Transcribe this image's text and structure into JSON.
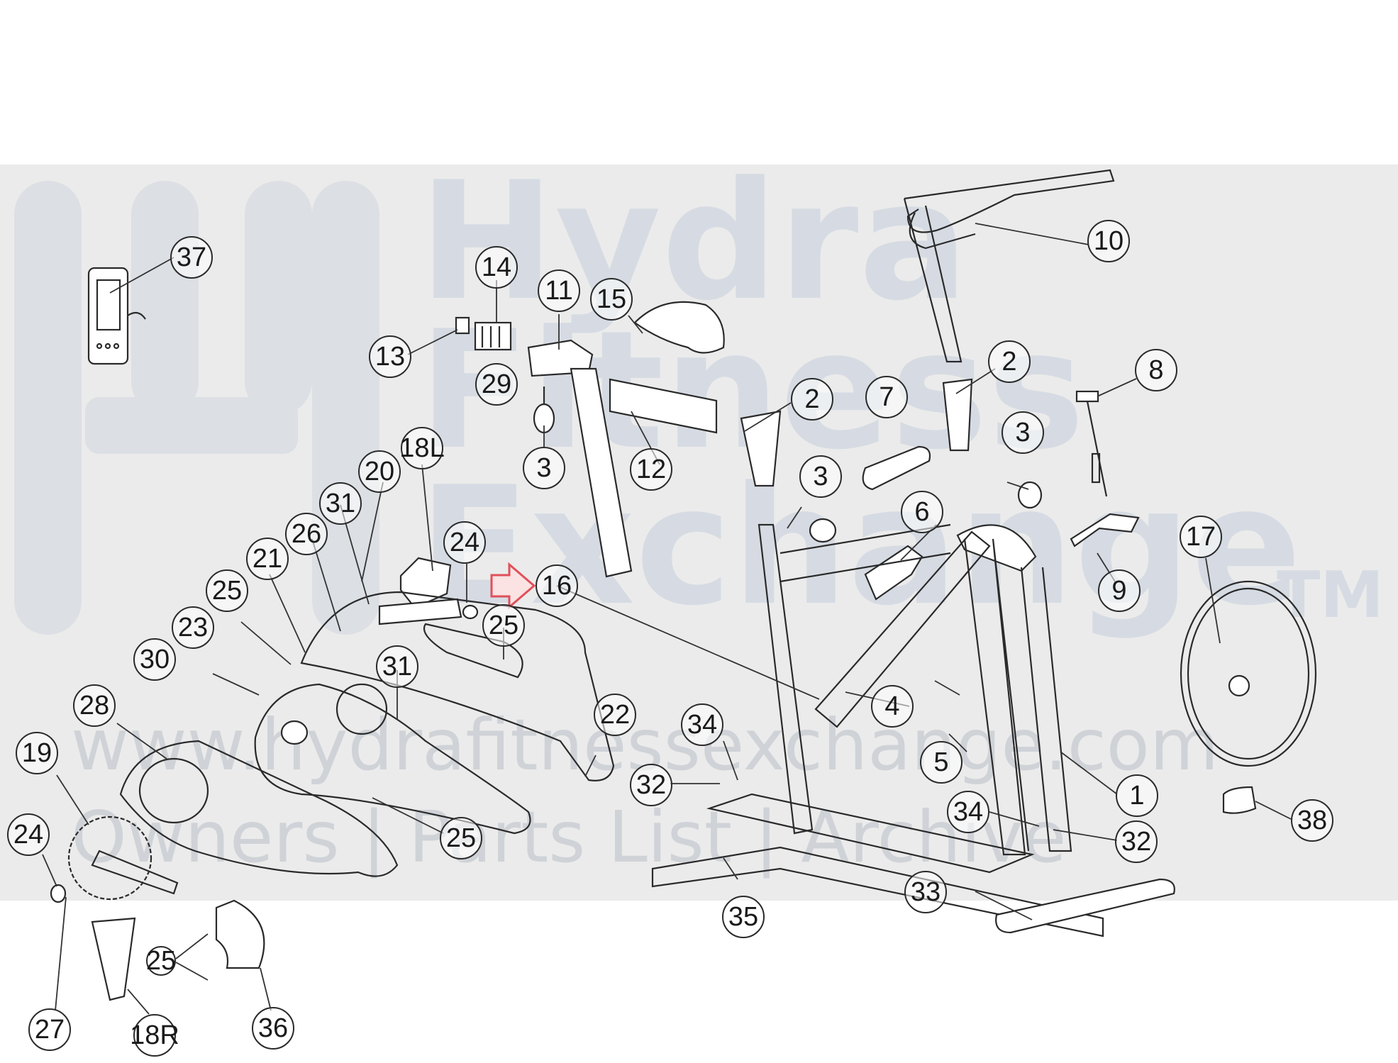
{
  "watermark": {
    "logo_lines": [
      "Hydra",
      "Fitness",
      "Exchange"
    ],
    "trademark": "TM",
    "url": "www.hydrafitnessexchange.com",
    "tagline": "Owners | Parts List | Archive",
    "color": "#d6dbe3"
  },
  "indicator": {
    "icon": "arrow-right-icon",
    "color": "#e0505a"
  },
  "callouts": [
    {
      "id": "c37",
      "label": "37"
    },
    {
      "id": "c14",
      "label": "14"
    },
    {
      "id": "c11",
      "label": "11"
    },
    {
      "id": "c15",
      "label": "15"
    },
    {
      "id": "c10",
      "label": "10"
    },
    {
      "id": "c13",
      "label": "13"
    },
    {
      "id": "c29",
      "label": "29"
    },
    {
      "id": "c2a",
      "label": "2"
    },
    {
      "id": "c2b",
      "label": "2"
    },
    {
      "id": "c8",
      "label": "8"
    },
    {
      "id": "c7",
      "label": "7"
    },
    {
      "id": "c3a",
      "label": "3"
    },
    {
      "id": "c12",
      "label": "12"
    },
    {
      "id": "c18L",
      "label": "18L"
    },
    {
      "id": "c3b",
      "label": "3"
    },
    {
      "id": "c3c",
      "label": "3"
    },
    {
      "id": "c20",
      "label": "20"
    },
    {
      "id": "c6",
      "label": "6"
    },
    {
      "id": "c31a",
      "label": "31"
    },
    {
      "id": "c26",
      "label": "26"
    },
    {
      "id": "c17",
      "label": "17"
    },
    {
      "id": "c24a",
      "label": "24"
    },
    {
      "id": "c21",
      "label": "21"
    },
    {
      "id": "c16",
      "label": "16"
    },
    {
      "id": "c9",
      "label": "9"
    },
    {
      "id": "c25a",
      "label": "25"
    },
    {
      "id": "c25b",
      "label": "25"
    },
    {
      "id": "c23",
      "label": "23"
    },
    {
      "id": "c30",
      "label": "30"
    },
    {
      "id": "c31b",
      "label": "31"
    },
    {
      "id": "c4",
      "label": "4"
    },
    {
      "id": "c28",
      "label": "28"
    },
    {
      "id": "c34a",
      "label": "34"
    },
    {
      "id": "c22",
      "label": "22"
    },
    {
      "id": "c5",
      "label": "5"
    },
    {
      "id": "c19",
      "label": "19"
    },
    {
      "id": "c32a",
      "label": "32"
    },
    {
      "id": "c1",
      "label": "1"
    },
    {
      "id": "c34b",
      "label": "34"
    },
    {
      "id": "c38",
      "label": "38"
    },
    {
      "id": "c24b",
      "label": "24"
    },
    {
      "id": "c25c",
      "label": "25"
    },
    {
      "id": "c32b",
      "label": "32"
    },
    {
      "id": "c33",
      "label": "33"
    },
    {
      "id": "c35",
      "label": "35"
    },
    {
      "id": "c25d",
      "label": "25"
    },
    {
      "id": "c27",
      "label": "27"
    },
    {
      "id": "c18R",
      "label": "18R"
    },
    {
      "id": "c36",
      "label": "36"
    }
  ]
}
